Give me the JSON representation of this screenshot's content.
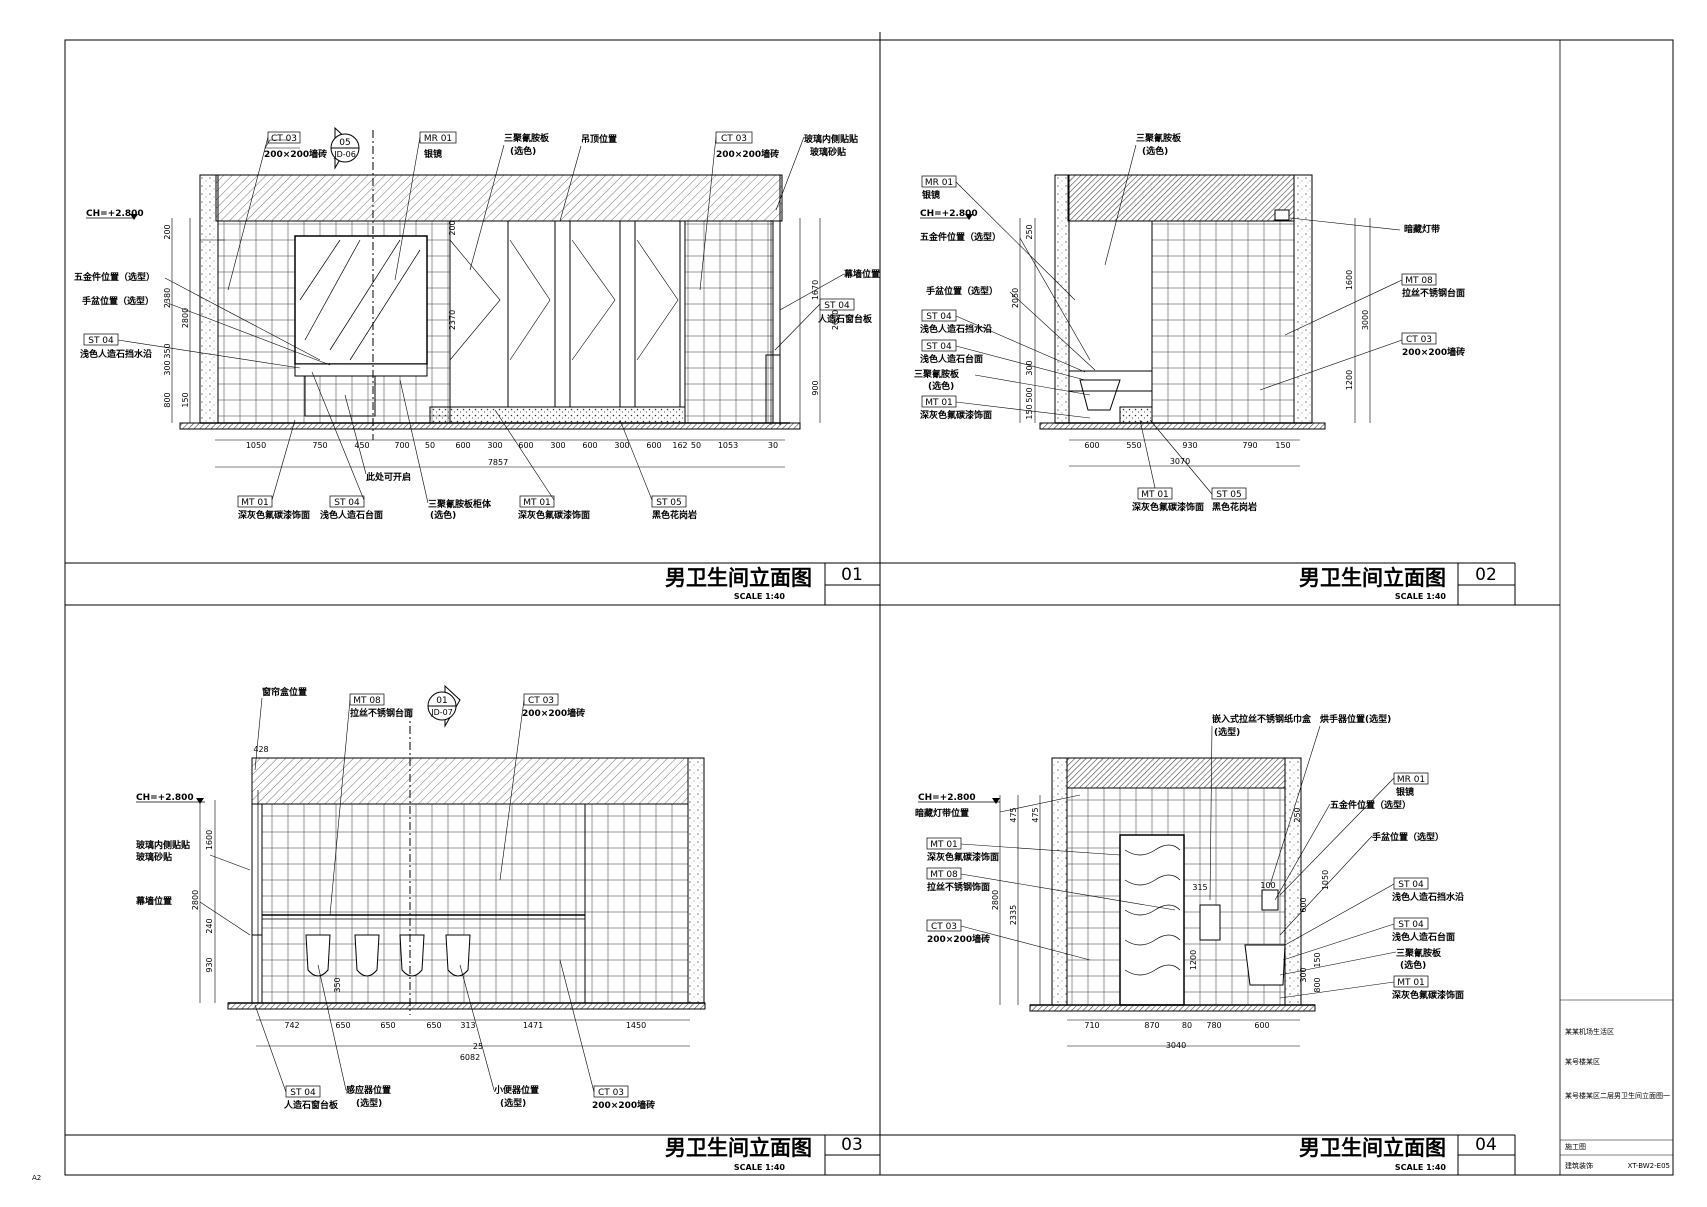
{
  "sheet": {
    "size_mark": "A2",
    "drawing_no": "XT-BW2-E05",
    "info_lines": [
      "某某机场生活区",
      "某号楼某区",
      "某号楼某区二层男卫生间立面图一",
      "施工图",
      "建筑装饰"
    ]
  },
  "views": [
    {
      "title": "男卫生间立面图",
      "scale": "SCALE  1:40",
      "number": "01",
      "ceiling": "CH=+2.800",
      "overall": "7857",
      "dims": [
        "1050",
        "750",
        "450",
        "700",
        "50",
        "600",
        "300",
        "600",
        "300",
        "600",
        "300",
        "600",
        "162",
        "50",
        "1053",
        "30"
      ],
      "vdims": [
        "200",
        "2380",
        "300",
        "800",
        "2800",
        "1670",
        "2600",
        "900",
        "2370",
        "200",
        "350",
        "150"
      ],
      "section_mark": {
        "num": "05",
        "ref": "JD-06"
      },
      "callouts": [
        {
          "code": "CT 03",
          "text": "200×200墙砖"
        },
        {
          "code": "MR 01",
          "text": "银镜"
        },
        {
          "code": "",
          "text": "三聚氰胺板"
        },
        {
          "code": "",
          "text": "(选色)"
        },
        {
          "code": "",
          "text": "吊顶位置"
        },
        {
          "code": "CT 03",
          "text": "200×200墙砖"
        },
        {
          "code": "",
          "text": "玻璃内侧贴贴"
        },
        {
          "code": "",
          "text": "玻璃砂贴"
        },
        {
          "code": "",
          "text": "五金件位置（选型）"
        },
        {
          "code": "",
          "text": "手盆位置（选型）"
        },
        {
          "code": "ST 04",
          "text": "浅色人造石挡水沿"
        },
        {
          "code": "",
          "text": "幕墙位置"
        },
        {
          "code": "ST 04",
          "text": "人造石窗台板"
        },
        {
          "code": "",
          "text": "此处可开启"
        },
        {
          "code": "MT 01",
          "text": "深灰色氟碳漆饰面"
        },
        {
          "code": "ST 04",
          "text": "浅色人造石台面"
        },
        {
          "code": "",
          "text": "三聚氰胺板柜体"
        },
        {
          "code": "",
          "text": "(选色)"
        },
        {
          "code": "MT 01",
          "text": "深灰色氟碳漆饰面"
        },
        {
          "code": "ST 05",
          "text": "黑色花岗岩"
        }
      ]
    },
    {
      "title": "男卫生间立面图",
      "scale": "SCALE  1:40",
      "number": "02",
      "ceiling": "CH=+2.800",
      "overall": "3070",
      "dims": [
        "600",
        "550",
        "930",
        "790",
        "150"
      ],
      "vdims": [
        "250",
        "2050",
        "300",
        "500",
        "150",
        "1600",
        "3000",
        "1200"
      ],
      "callouts": [
        {
          "code": "",
          "text": "三聚氰胺板"
        },
        {
          "code": "",
          "text": "(选色)"
        },
        {
          "code": "MR 01",
          "text": "银镜"
        },
        {
          "code": "",
          "text": "五金件位置（选型）"
        },
        {
          "code": "",
          "text": "暗藏灯带"
        },
        {
          "code": "MT 08",
          "text": "拉丝不锈钢台面"
        },
        {
          "code": "",
          "text": "手盆位置（选型）"
        },
        {
          "code": "ST 04",
          "text": "浅色人造石挡水沿"
        },
        {
          "code": "CT 03",
          "text": "200×200墙砖"
        },
        {
          "code": "ST 04",
          "text": "浅色人造石台面"
        },
        {
          "code": "",
          "text": "三聚氰胺板"
        },
        {
          "code": "",
          "text": "(选色)"
        },
        {
          "code": "MT 01",
          "text": "深灰色氟碳漆饰面"
        },
        {
          "code": "MT 01",
          "text": "深灰色氟碳漆饰面"
        },
        {
          "code": "ST 05",
          "text": "黑色花岗岩"
        }
      ]
    },
    {
      "title": "男卫生间立面图",
      "scale": "SCALE  1:40",
      "number": "03",
      "ceiling": "CH=+2.800",
      "overall": "6082",
      "dims": [
        "742",
        "650",
        "650",
        "650",
        "313",
        "1471",
        "1450"
      ],
      "vdims": [
        "1600",
        "2800",
        "240",
        "930",
        "350",
        "25"
      ],
      "top_mark": "428",
      "section_mark": {
        "num": "01",
        "ref": "JD-07"
      },
      "callouts": [
        {
          "code": "",
          "text": "窗帘盒位置"
        },
        {
          "code": "MT 08",
          "text": "拉丝不锈钢台面"
        },
        {
          "code": "CT 03",
          "text": "200×200墙砖"
        },
        {
          "code": "",
          "text": "玻璃内侧贴贴"
        },
        {
          "code": "",
          "text": "玻璃砂贴"
        },
        {
          "code": "",
          "text": "幕墙位置"
        },
        {
          "code": "ST 04",
          "text": "人造石窗台板"
        },
        {
          "code": "",
          "text": "感应器位置"
        },
        {
          "code": "",
          "text": "(选型)"
        },
        {
          "code": "",
          "text": "小便器位置"
        },
        {
          "code": "",
          "text": "(选型)"
        },
        {
          "code": "CT 03",
          "text": "200×200墙砖"
        }
      ]
    },
    {
      "title": "男卫生间立面图",
      "scale": "SCALE  1:40",
      "number": "04",
      "ceiling": "CH=+2.800",
      "overall": "3040",
      "dims": [
        "710",
        "870",
        "80",
        "780",
        "600"
      ],
      "vdims": [
        "475",
        "475",
        "2800",
        "2335",
        "315",
        "1200",
        "250",
        "1050",
        "600",
        "100",
        "150",
        "300",
        "800"
      ],
      "callouts": [
        {
          "code": "",
          "text": "嵌入式拉丝不锈钢纸巾盒"
        },
        {
          "code": "",
          "text": "(选型)"
        },
        {
          "code": "",
          "text": "烘手器位置(选型)"
        },
        {
          "code": "",
          "text": "暗藏灯带位置"
        },
        {
          "code": "MR 01",
          "text": "银镜"
        },
        {
          "code": "",
          "text": "五金件位置（选型）"
        },
        {
          "code": "MT 01",
          "text": "深灰色氟碳漆饰面"
        },
        {
          "code": "",
          "text": "手盆位置（选型）"
        },
        {
          "code": "MT 08",
          "text": "拉丝不锈钢饰面"
        },
        {
          "code": "ST 04",
          "text": "浅色人造石挡水沿"
        },
        {
          "code": "CT 03",
          "text": "200×200墙砖"
        },
        {
          "code": "ST 04",
          "text": "浅色人造石台面"
        },
        {
          "code": "",
          "text": "三聚氰胺板"
        },
        {
          "code": "",
          "text": "(选色)"
        },
        {
          "code": "MT 01",
          "text": "深灰色氟碳漆饰面"
        }
      ]
    }
  ]
}
